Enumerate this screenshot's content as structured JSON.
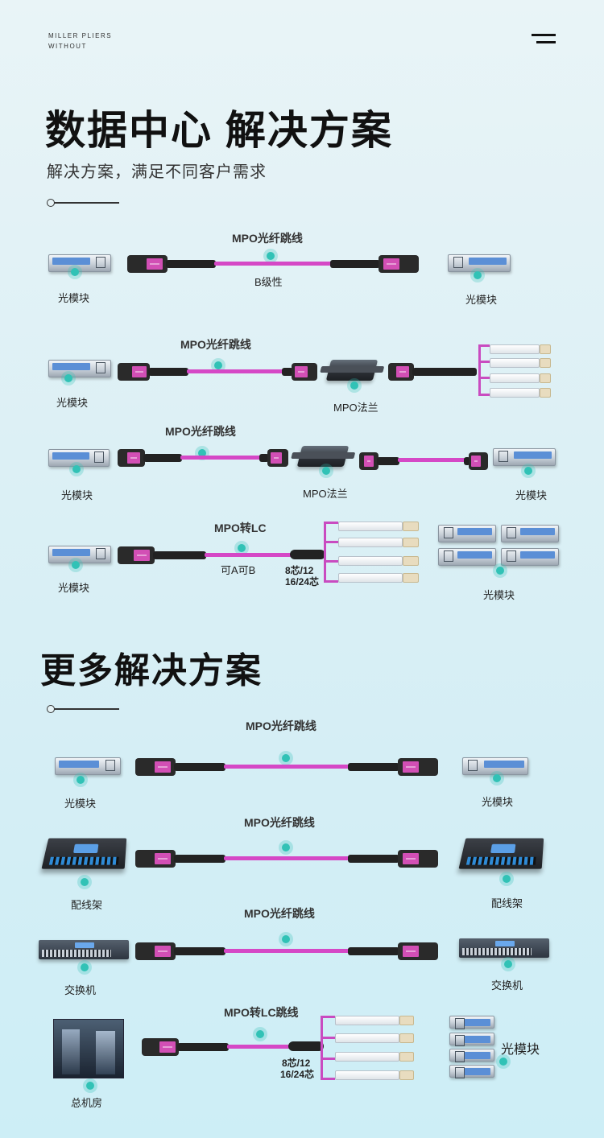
{
  "header": {
    "brand_line1": "MILLER PLIERS",
    "brand_line2": "WITHOUT"
  },
  "section1": {
    "title": "数据中心 解决方案",
    "subtitle": "解决方案，满足不同客户需求",
    "diagrams": [
      {
        "cable_label": "MPO光纤跳线",
        "cable_note": "B级性",
        "left_label": "光模块",
        "right_label": "光模块"
      },
      {
        "cable_label": "MPO光纤跳线",
        "left_label": "光模块",
        "adapter_label": "MPO法兰"
      },
      {
        "cable_label": "MPO光纤跳线",
        "left_label": "光模块",
        "adapter_label": "MPO法兰",
        "right_label": "光模块"
      },
      {
        "cable_label": "MPO转LC",
        "cable_note": "可A可B",
        "fan_note_1": "8芯/12",
        "fan_note_2": "16/24芯",
        "left_label": "光模块",
        "right_label": "光模块"
      }
    ]
  },
  "section2": {
    "title": "更多解决方案",
    "diagrams": [
      {
        "cable_label": "MPO光纤跳线",
        "left_label": "光模块",
        "right_label": "光模块"
      },
      {
        "cable_label": "MPO光纤跳线",
        "left_label": "配线架",
        "right_label": "配线架"
      },
      {
        "cable_label": "MPO光纤跳线",
        "left_label": "交换机",
        "right_label": "交换机"
      },
      {
        "cable_label": "MPO转LC跳线",
        "fan_note_1": "8芯/12",
        "fan_note_2": "16/24芯",
        "left_label": "总机房",
        "right_label": "光模块"
      }
    ]
  },
  "colors": {
    "cable": "#d548c6",
    "accent_dot": "#31c2b6",
    "connector_tag": "#d24fb5"
  },
  "icons": [
    "menu-icon",
    "sfp-module-icon",
    "mpo-connector-icon",
    "mpo-adapter-icon",
    "lc-breakout-icon",
    "patch-panel-icon",
    "switch-icon",
    "server-room-icon"
  ]
}
